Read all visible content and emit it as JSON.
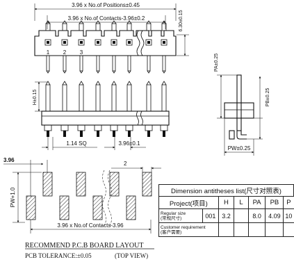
{
  "top_view": {
    "dim_positions": "3.96 x No.of Positions±0.45",
    "dim_contacts": "3.96 x No.of Contacts-3.96±0.2",
    "dim_height": "6.30±0.15",
    "pin_numbers": [
      "1",
      "2",
      "3"
    ]
  },
  "front_view": {
    "dim_h": "H±0.15",
    "dim_sq": "1.14 SQ",
    "dim_pitch": "3.96±0.1"
  },
  "side_view": {
    "dim_pa": "PA±0.25",
    "dim_pb": "PB±0.25",
    "dim_pw": "PW±0.25"
  },
  "pcb_layout": {
    "dim_pitch": "3.96",
    "dim_pad": "2",
    "dim_pw": "PW+1.0",
    "dim_span": "3.96 x No.of Contacts-3.96",
    "title": "RECOMMEND P.C.B BOARD LAYOUT",
    "tolerance": "PCB TOLERANCE:±0.05",
    "view": "(TOP VIEW)"
  },
  "table": {
    "caption": "Dimension antitheses list(尺寸对照表)",
    "headers": [
      "Project(项目)",
      "H",
      "L",
      "PA",
      "PB",
      "P"
    ],
    "row1": {
      "label_line1": "Regular size",
      "label_line2": "(常规尺寸)",
      "code": "001",
      "h": "3.2",
      "l": "",
      "pa": "8.0",
      "pb": "4.09",
      "pw": "10"
    },
    "row2": {
      "label_line1": "Customer requirement",
      "label_line2": "(客户需要)"
    }
  }
}
